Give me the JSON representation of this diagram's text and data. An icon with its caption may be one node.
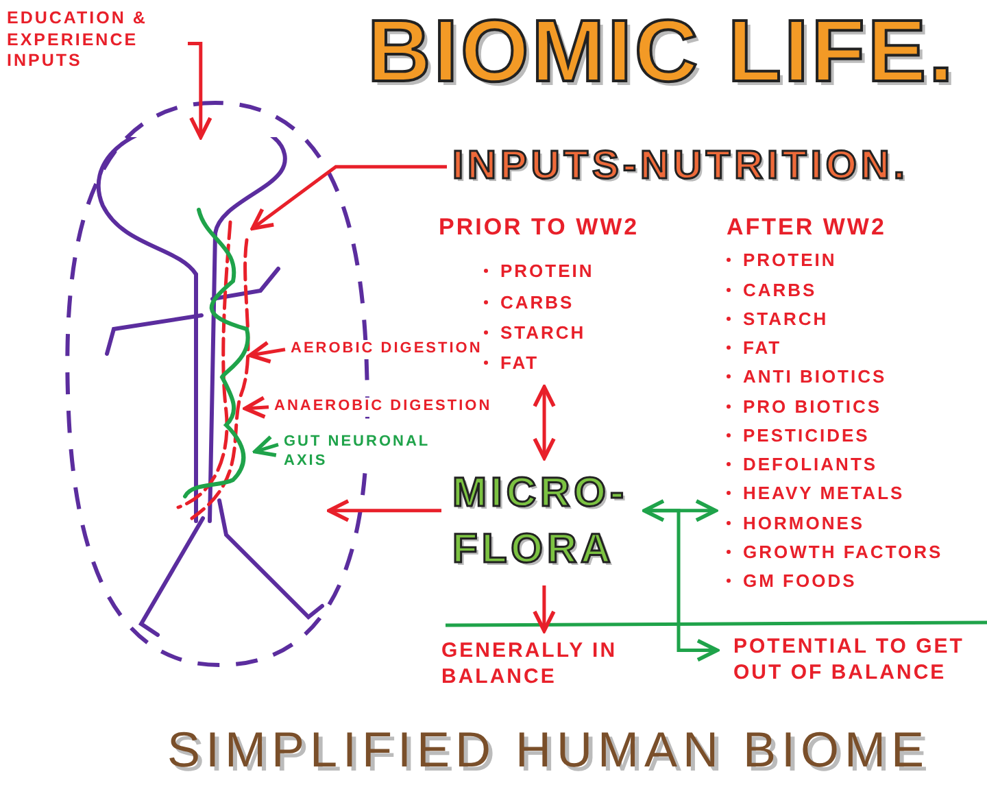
{
  "diagram": {
    "title": "BIOMIC LIFE.",
    "caption": "SIMPLIFIED HUMAN BIOME",
    "nodes": [
      {
        "text": [
          "EDUCATION & EXPERIENCE INPUTS"
        ]
      },
      {
        "text": [],
        "shape": "person"
      },
      {
        "text": [
          "INPUTS-NUTRITION."
        ]
      },
      {
        "text": [
          "AEROBIC DIGESTION"
        ]
      },
      {
        "text": [
          "ANAEROBIC DIGESTION"
        ]
      },
      {
        "text": [
          "GUT NEURONAL AXIS"
        ]
      },
      {
        "text": [
          "PRIOR TO WW2",
          "PROTEIN",
          "CARBS",
          "STARCH",
          "FAT"
        ]
      },
      {
        "text": [
          "AFTER WW2",
          "PROTEIN",
          "CARBS",
          "STARCH",
          "FAT",
          "ANTI BIOTICS",
          "PRO BIOTICS",
          "PESTICIDES",
          "DEFOLIANTS",
          "HEAVY METALS",
          "HORMONES",
          "GROWTH FACTORS",
          "GM FOODS"
        ]
      },
      {
        "text": [
          "MICRO- FLORA"
        ]
      },
      {
        "text": [
          "GENERALLY IN BALANCE"
        ]
      },
      {
        "text": [
          "POTENTIAL TO GET OUT OF BALANCE"
        ]
      }
    ],
    "edges": [
      {
        "from": 0,
        "to": 1,
        "arrow": "to",
        "color": "#e8202a"
      },
      {
        "from": 2,
        "to": 1,
        "arrow": "to",
        "color": "#e8202a"
      },
      {
        "from": 3,
        "to": 1,
        "arrow": "to",
        "color": "#e8202a"
      },
      {
        "from": 4,
        "to": 1,
        "arrow": "to",
        "color": "#e8202a"
      },
      {
        "from": 5,
        "to": 1,
        "arrow": "to",
        "color": "#1fa34a"
      },
      {
        "from": 6,
        "to": 8,
        "arrow": "both",
        "color": "#e8202a"
      },
      {
        "from": 8,
        "to": 1,
        "arrow": "to",
        "color": "#e8202a"
      },
      {
        "from": 8,
        "to": 7,
        "arrow": "both",
        "color": "#1fa34a"
      },
      {
        "from": 8,
        "to": 10,
        "arrow": "to",
        "color": "#1fa34a"
      },
      {
        "from": 8,
        "to": 9,
        "arrow": "to",
        "color": "#e8202a"
      }
    ]
  }
}
